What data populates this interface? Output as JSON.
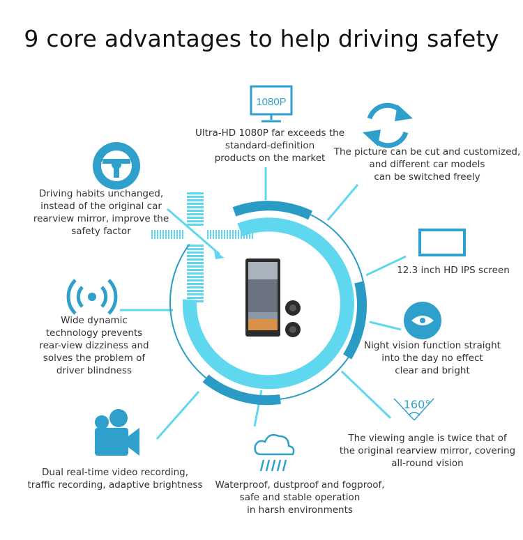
{
  "title": "9 core advantages to help driving safety",
  "colors": {
    "light": "#5fd7ef",
    "dark": "#2a9bc5",
    "icon": "#2f9fcb"
  },
  "icons": {
    "resolution_badge": "1080P",
    "viewing_angle": "160°"
  },
  "features": [
    {
      "id": "hd",
      "icon": "monitor-1080p-icon",
      "lines": [
        "Ultra-HD 1080P far exceeds the",
        "standard-definition",
        "products on the market"
      ]
    },
    {
      "id": "custom",
      "icon": "refresh-icon",
      "lines": [
        "The picture can be cut and customized,",
        "and different car models",
        "can be switched freely"
      ]
    },
    {
      "id": "screen",
      "icon": "screen-icon",
      "lines": [
        "12.3 inch HD IPS screen"
      ]
    },
    {
      "id": "night",
      "icon": "eye-icon",
      "lines": [
        "Night vision function straight",
        "into the day no effect",
        "clear and bright"
      ]
    },
    {
      "id": "angle",
      "icon": "viewing-angle-icon",
      "lines": [
        "The viewing angle is twice that of",
        "the original rearview mirror, covering",
        "all-round vision"
      ]
    },
    {
      "id": "waterproof",
      "icon": "rain-cloud-icon",
      "lines": [
        "Waterproof, dustproof and fogproof,",
        "safe and stable operation",
        "in harsh environments"
      ]
    },
    {
      "id": "recording",
      "icon": "video-camera-icon",
      "lines": [
        "Dual real-time video recording,",
        "traffic recording, adaptive brightness"
      ]
    },
    {
      "id": "wdr",
      "icon": "signal-icon",
      "lines": [
        "Wide dynamic",
        "technology prevents",
        "rear-view dizziness and",
        "solves the problem of",
        "driver blindness"
      ]
    },
    {
      "id": "habits",
      "icon": "steering-wheel-icon",
      "lines": [
        "Driving habits unchanged,",
        "instead of the original car",
        "rearview mirror, improve the",
        "safety factor"
      ]
    }
  ]
}
